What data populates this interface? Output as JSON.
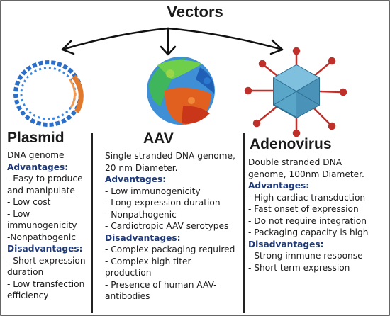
{
  "title": "Vectors",
  "columns": [
    {
      "name": "Plasmid",
      "description": [
        "DNA genome"
      ],
      "advantages_label": "Advantages:",
      "advantages": [
        "- Easy to produce\nand manipulate",
        "- Low cost",
        "- Low\nimmunogenicity",
        "-Nonpathogenic"
      ],
      "disadvantages_label": "Disadvantages:",
      "disadvantages": [
        "- Short expression\nduration",
        "- Low transfection\nefficiency"
      ]
    },
    {
      "name": "AAV",
      "description": [
        "Single stranded DNA genome,",
        "20 nm Diameter."
      ],
      "advantages_label": "Advantages:",
      "advantages": [
        "- Low immunogenicity",
        "- Long expression duration",
        "- Nonpathogenic",
        "- Cardiotropic AAV serotypes"
      ],
      "disadvantages_label": "Disadvantages:",
      "disadvantages": [
        "- Complex packaging required",
        "- Complex high titer\nproduction",
        "- Presence of human AAV-\nantibodies"
      ]
    },
    {
      "name": "Adenovirus",
      "description": [
        "Double stranded DNA",
        "genome, 100nm Diameter."
      ],
      "advantages_label": "Advantages:",
      "advantages": [
        "- High cardiac transduction",
        "- Fast onset of expression",
        "- Do not require integration",
        "- Packaging capacity is high"
      ],
      "disadvantages_label": "Disadvantages:",
      "disadvantages": [
        "- Strong immune response",
        "- Short term expression"
      ]
    }
  ],
  "icons": {
    "plasmid": "plasmid-helix-icon",
    "aav": "aav-capsid-icon",
    "adenovirus": "adenovirus-icon"
  },
  "colors": {
    "heading": "#1f3a7a",
    "dna_blue": "#2a6fc9",
    "dna_orange": "#e07a2e",
    "adeno_body": "#5aa6c9",
    "adeno_spike": "#c0302a"
  }
}
